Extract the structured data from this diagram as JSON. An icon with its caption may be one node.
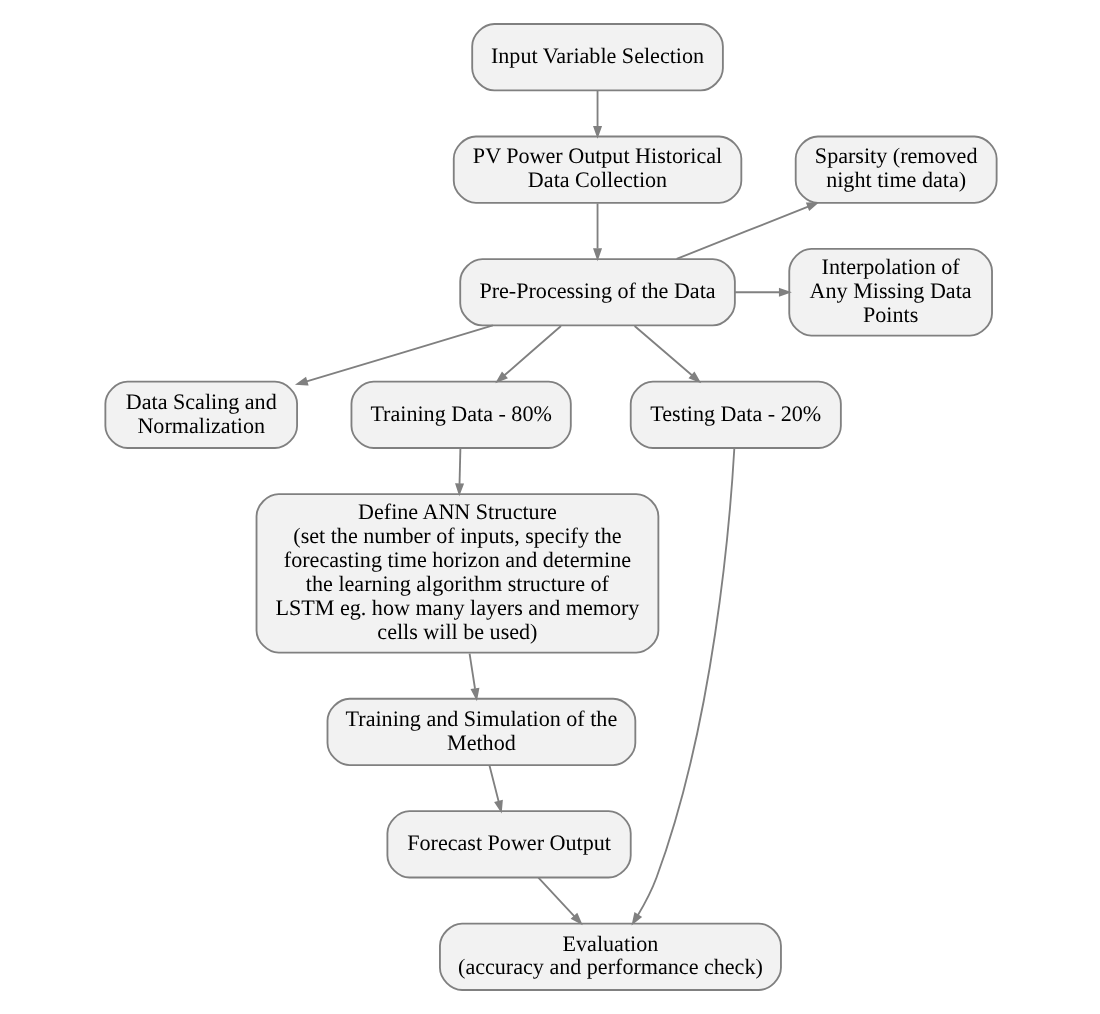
{
  "diagram": {
    "nodes": [
      {
        "text": [
          "Input Variable Selection"
        ]
      },
      {
        "text": [
          "PV Power Output Historical Data Collection"
        ]
      },
      {
        "text": [
          "Pre-Processing of the Data"
        ]
      },
      {
        "text": [
          "Sparsity (removed night time data)"
        ]
      },
      {
        "text": [
          "Interpolation of Any Missing Data Points"
        ]
      },
      {
        "text": [
          "Data Scaling and Normalization"
        ]
      },
      {
        "text": [
          "Training Data - 80%"
        ]
      },
      {
        "text": [
          "Testing Data - 20%"
        ]
      },
      {
        "text": [
          "Define ANN Structure",
          "(set the number of inputs, specify the forecasting time horizon and determine the learning algorithm structure of LSTM eg. how many layers and memory cells will be used)"
        ]
      },
      {
        "text": [
          "Training and Simulation of the Method"
        ]
      },
      {
        "text": [
          "Forecast Power Output"
        ]
      },
      {
        "text": [
          "Evaluation",
          "(accuracy and performance check)"
        ]
      }
    ],
    "edges": [
      {
        "from": 0,
        "to": 1,
        "arrow": "to"
      },
      {
        "from": 1,
        "to": 2,
        "arrow": "to"
      },
      {
        "from": 2,
        "to": 3,
        "arrow": "to"
      },
      {
        "from": 2,
        "to": 4,
        "arrow": "to"
      },
      {
        "from": 2,
        "to": 5,
        "arrow": "to"
      },
      {
        "from": 2,
        "to": 6,
        "arrow": "to"
      },
      {
        "from": 2,
        "to": 7,
        "arrow": "to"
      },
      {
        "from": 6,
        "to": 8,
        "arrow": "to"
      },
      {
        "from": 8,
        "to": 9,
        "arrow": "to"
      },
      {
        "from": 9,
        "to": 10,
        "arrow": "to"
      },
      {
        "from": 10,
        "to": 11,
        "arrow": "to"
      },
      {
        "from": 7,
        "to": 11,
        "arrow": "to"
      }
    ]
  }
}
